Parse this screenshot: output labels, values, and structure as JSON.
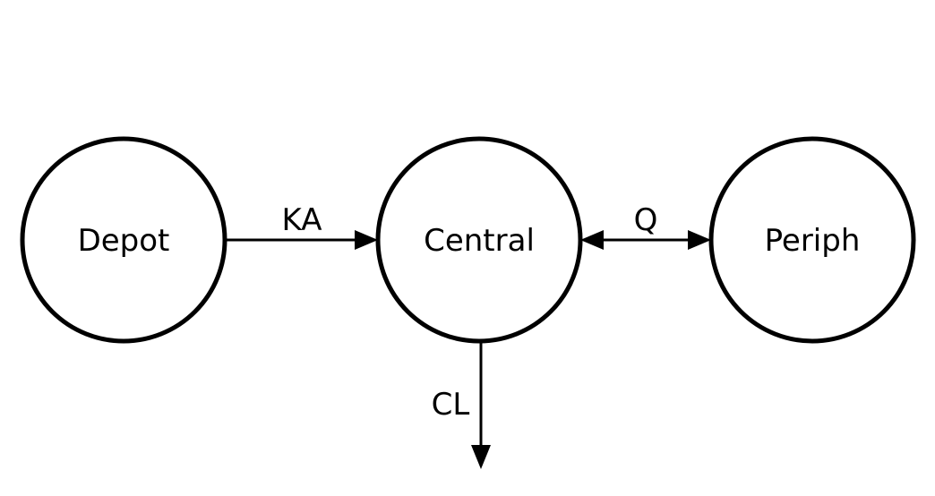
{
  "nodes": {
    "depot": {
      "label": "Depot"
    },
    "central": {
      "label": "Central"
    },
    "periph": {
      "label": "Periph"
    }
  },
  "edges": {
    "ka": {
      "label": "KA",
      "from": "Depot",
      "to": "Central",
      "direction": "forward"
    },
    "q": {
      "label": "Q",
      "from": "Central",
      "to": "Periph",
      "direction": "bidirectional"
    },
    "cl": {
      "label": "CL",
      "from": "Central",
      "to": "",
      "direction": "outflow"
    }
  },
  "colors": {
    "stroke": "#000000",
    "background": "#ffffff"
  }
}
